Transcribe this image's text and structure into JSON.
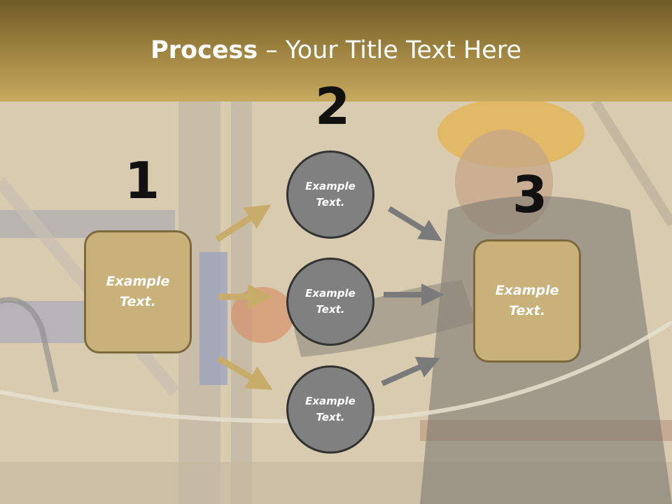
{
  "slide": {
    "title_bold": "Process",
    "title_rest": " – Your Title Text Here",
    "step_numbers": [
      "1",
      "2",
      "3"
    ],
    "left_box": "Example Text.",
    "circles": [
      "Example Text.",
      "Example Text.",
      "Example Text."
    ],
    "right_box": "Example Text."
  },
  "colors": {
    "header": "#9e8440",
    "box_fill": "#c9b27a",
    "circle_fill": "#808080",
    "gold_arrow": "#c8ac6a",
    "gray_arrow": "#7a7a7a"
  }
}
